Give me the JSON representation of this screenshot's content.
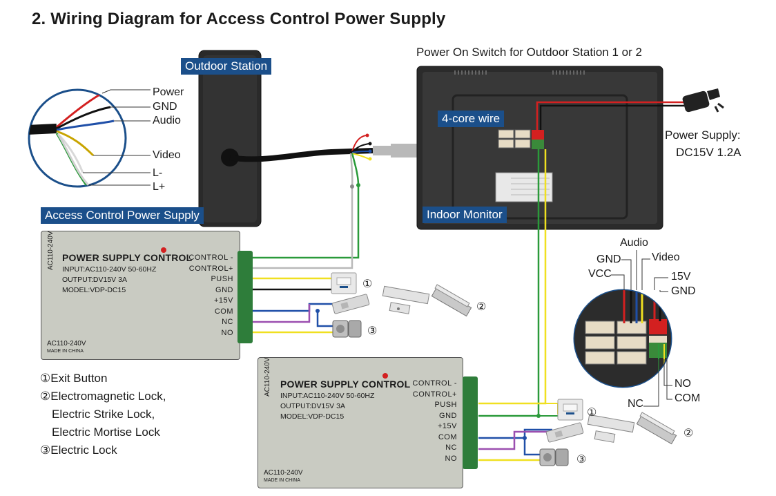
{
  "title": "2. Wiring Diagram for Access Control Power Supply",
  "labels": {
    "outdoor_station": "Outdoor Station",
    "access_control_power_supply": "Access Control Power Supply",
    "power_switch_note": "Power On Switch for Outdoor Station 1 or 2",
    "four_core_wire": "4-core wire",
    "indoor_monitor": "Indoor Monitor",
    "power_supply_line1": "Power Supply:",
    "power_supply_line2": "DC15V 1.2A"
  },
  "wire_zoom": {
    "power": "Power",
    "gnd": "GND",
    "audio": "Audio",
    "video": "Video",
    "l_minus": "L-",
    "l_plus": "L+"
  },
  "connector_zoom": {
    "audio": "Audio",
    "gnd": "GND",
    "video": "Video",
    "vcc": "VCC",
    "v15": "15V",
    "gnd2": "GND",
    "no": "NO",
    "nc": "NC",
    "com": "COM"
  },
  "psu": {
    "side_text": "AC110-240V",
    "name": "POWER SUPPLY CONTROL",
    "input": "INPUT:AC110-240V 50-60HZ",
    "output": "OUTPUT:DV15V 3A",
    "model": "MODEL:VDP-DC15",
    "ac_label": "AC110-240V",
    "made_in": "MADE IN CHINA",
    "terminals": [
      "CONTROL -",
      "CONTROL+",
      "PUSH",
      "GND",
      "+15V",
      "COM",
      "NC",
      "NO"
    ]
  },
  "markers": {
    "one": "①",
    "two": "②",
    "three": "③"
  },
  "legend": {
    "item1": "①Exit Button",
    "item2_line1": "②Electromagnetic Lock,",
    "item2_line2": "Electric Strike Lock,",
    "item2_line3": "Electric Mortise Lock",
    "item3": "③Electric Lock"
  },
  "colors": {
    "tag_bg": "#1b4f8a",
    "psu_body": "#c9cbc2",
    "terminal": "#2e7d3a",
    "wire_red": "#d32020",
    "wire_black": "#111111",
    "wire_blue": "#1f4fa8",
    "wire_yellow": "#f0e020",
    "wire_green": "#2a9a3a",
    "wire_gray": "#b9b9b9",
    "wire_purple": "#9b4fb0"
  }
}
